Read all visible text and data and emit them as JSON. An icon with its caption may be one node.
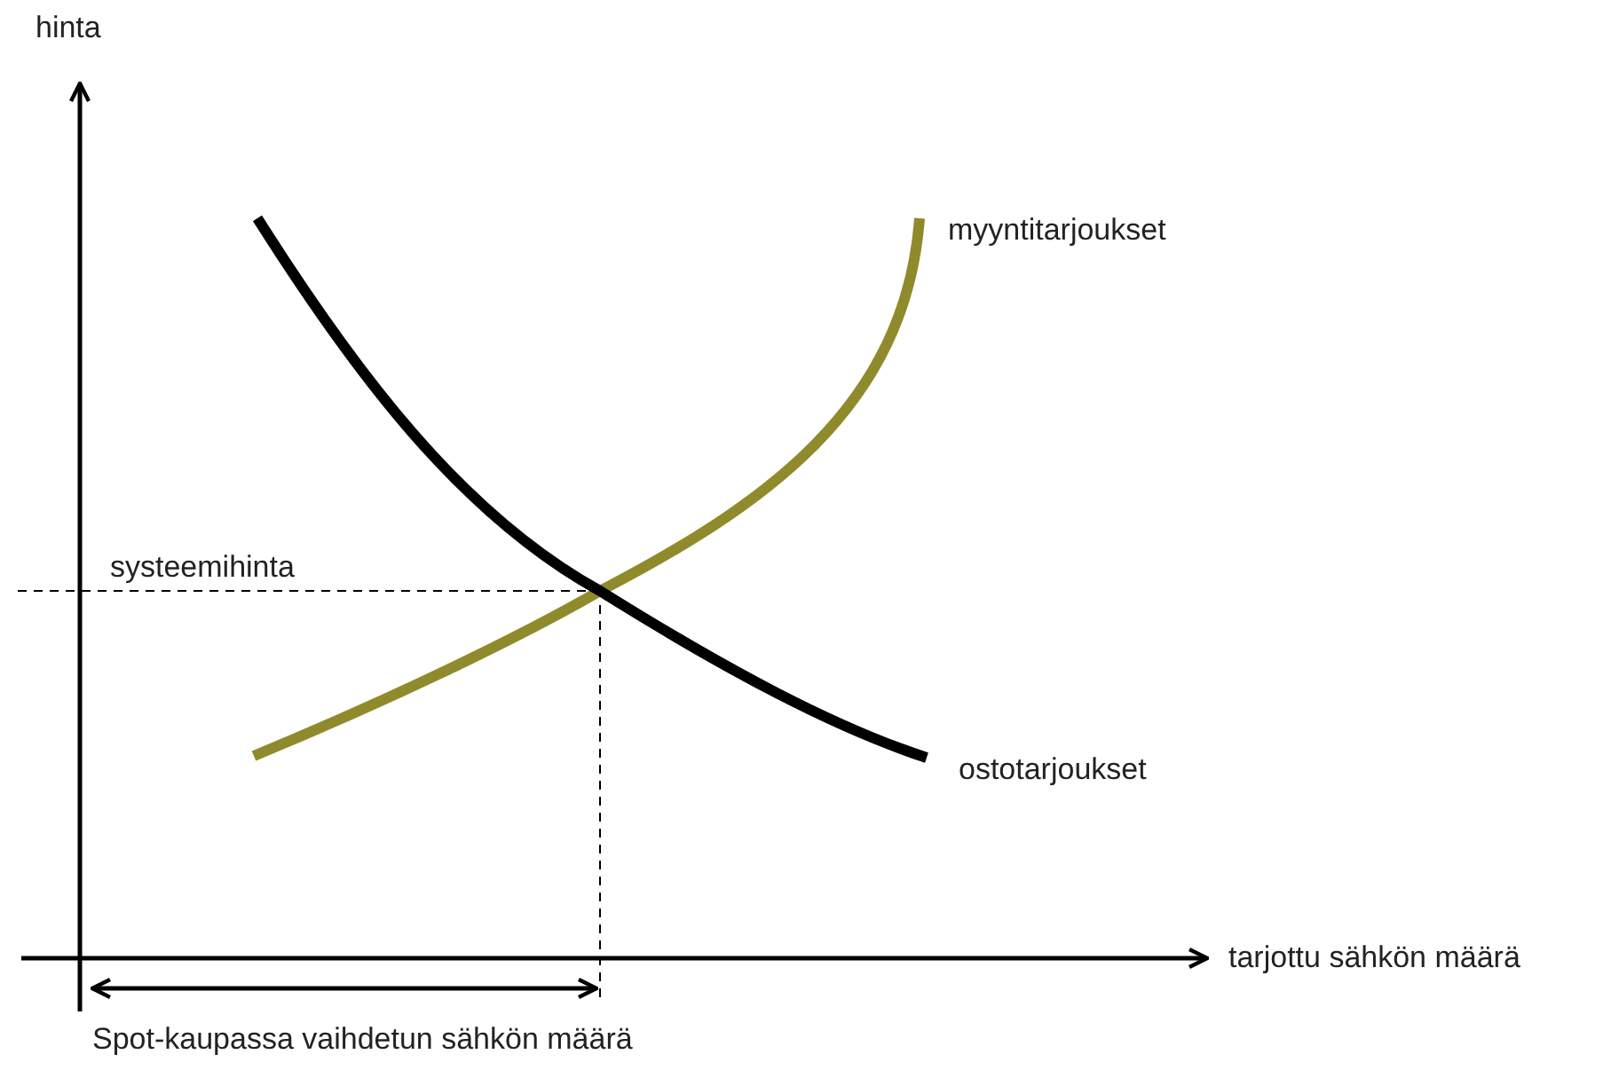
{
  "diagram": {
    "labels": [
      "hinta",
      "myyntitarjoukset",
      "systeemihinta",
      "ostotarjoukset",
      "tarjottu sähkön määrä",
      "Spot-kaupassa vaihdetun sähkön määrä"
    ]
  }
}
